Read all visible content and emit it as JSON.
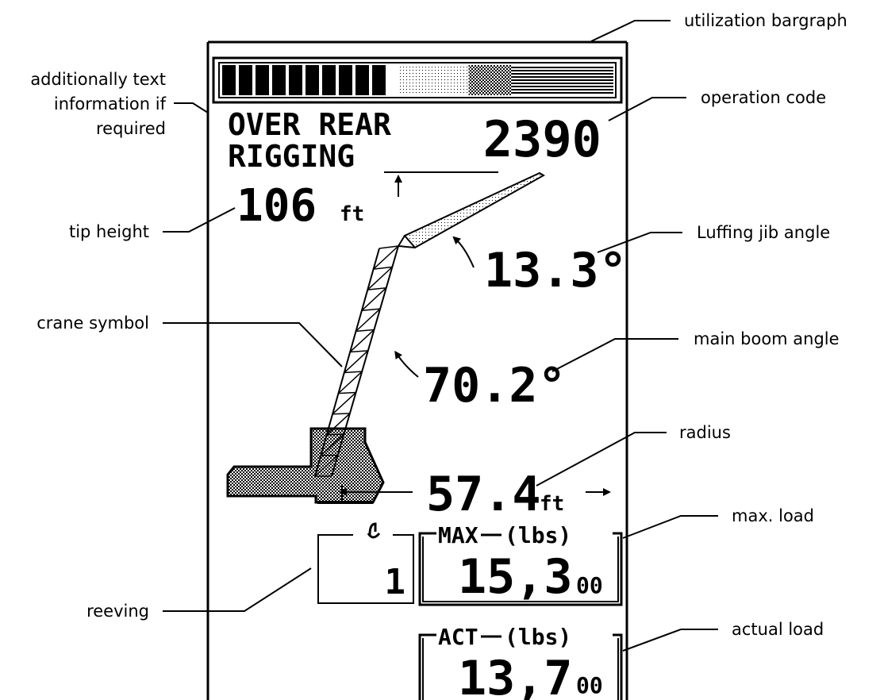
{
  "callouts": {
    "utilization": "utilization bargraph",
    "additional_text": [
      "additionally text",
      "information if",
      "required"
    ],
    "operation_code": "operation code",
    "tip_height": "tip height",
    "luffing_jib_angle": "Luffing jib angle",
    "crane_symbol": "crane symbol",
    "main_boom_angle": "main boom angle",
    "radius": "radius",
    "max_load": "max. load",
    "reeving": "reeving",
    "actual_load": "actual load"
  },
  "display": {
    "info_line1": "OVER REAR",
    "info_line2": "RIGGING",
    "operation_code": "2390",
    "tip_height": {
      "value": "106",
      "unit": "ft"
    },
    "jib_angle": "13.3°",
    "boom_angle": "70.2°",
    "radius": {
      "value": "57.4",
      "unit": "ft"
    },
    "reeving": {
      "value": "1"
    },
    "max_load": {
      "label": "MAX",
      "unit": "(lbs)",
      "value": "15,3",
      "suffix": "00"
    },
    "act_load": {
      "label": "ACT",
      "unit": "(lbs)",
      "value": "13,7",
      "suffix": "00"
    },
    "utilization_fraction": 0.45
  },
  "colors": {
    "ink": "#000000",
    "background": "#ffffff",
    "shade": "#bdbdbd"
  }
}
